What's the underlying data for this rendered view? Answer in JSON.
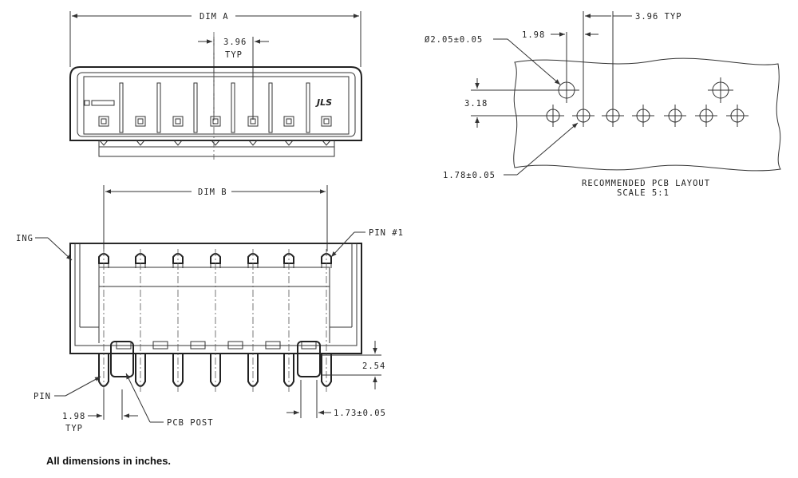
{
  "front_view": {
    "dim_a": "DIM A",
    "pitch": "3.96",
    "pitch_typ": "TYP",
    "logo": "JLS"
  },
  "side_view": {
    "dim_b": "DIM B",
    "housing_label": "ING",
    "pin1_label": "PIN #1",
    "pin_label": "PIN",
    "pcb_post_label": "PCB POST",
    "pin_spacing": "1.98",
    "pin_spacing_typ": "TYP",
    "post_height": "2.54",
    "post_width": "1.73±0.05"
  },
  "pcb_layout": {
    "hole_dia": "Ø2.05±0.05",
    "offset": "1.98",
    "pitch_typ": "3.96 TYP",
    "row_gap": "3.18",
    "pin_hole_dia": "1.78±0.05",
    "title": "RECOMMENDED PCB LAYOUT",
    "scale": "SCALE  5:1"
  },
  "footer_note": "All dimensions in inches."
}
